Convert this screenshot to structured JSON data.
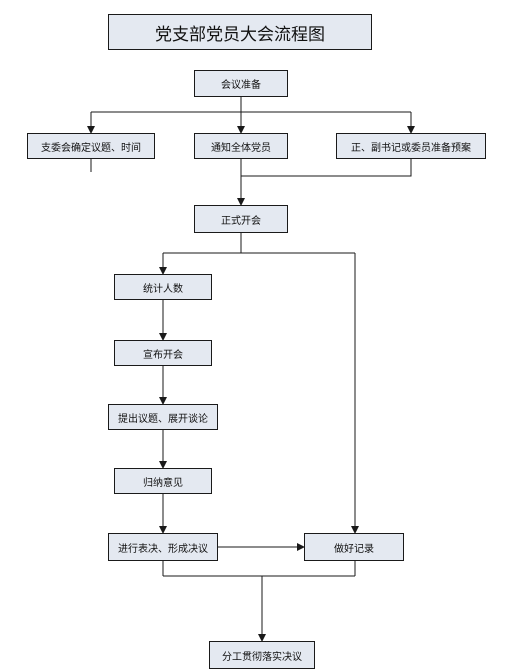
{
  "title": "党支部党员大会流程图",
  "nodes": {
    "prepare": "会议准备",
    "branch_topic": "支委会确定议题、时间",
    "notify": "通知全体党员",
    "secretary_plan": "正、副书记或委员准备预案",
    "open": "正式开会",
    "count": "统计人数",
    "announce": "宣布开会",
    "propose": "提出议题、展开谈论",
    "summarize": "归纳意见",
    "vote": "进行表决、形成决议",
    "record": "做好记录",
    "implement": "分工贯彻落实决议"
  },
  "colors": {
    "box_fill": "#e4e9f1",
    "line": "#1a1a1a"
  }
}
